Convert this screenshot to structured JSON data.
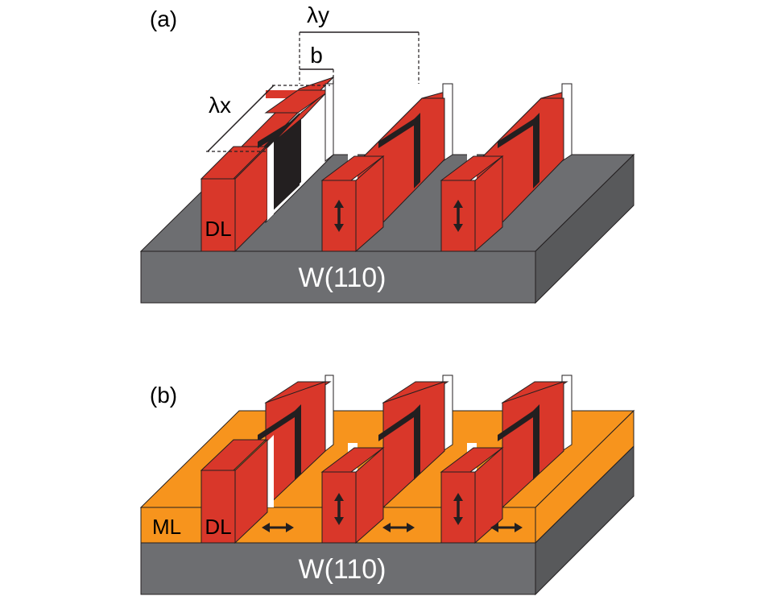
{
  "panels": [
    {
      "id": "a",
      "tag": "(a)",
      "substrate_label": "W(110)",
      "stripe_label": "DL",
      "dimensions": {
        "period_x": "λx",
        "period_y": "λy",
        "width": "b"
      },
      "arrows": [
        "vertical",
        "vertical"
      ]
    },
    {
      "id": "b",
      "tag": "(b)",
      "substrate_label": "W(110)",
      "monolayer_label": "ML",
      "stripe_label": "DL",
      "arrows": [
        "vertical",
        "vertical",
        "horizontal",
        "horizontal",
        "horizontal"
      ]
    }
  ],
  "colors": {
    "substrate_front": "#6d6e71",
    "substrate_top": "#6d6e71",
    "substrate_side": "#58595b",
    "stripe_red": "#d9372a",
    "stripe_dark": "#231f20",
    "monolayer_orange": "#f7941d",
    "domain_wall_white": "#ffffff",
    "outline": "#231f20"
  },
  "icons": [
    "vertical-double-arrow-icon",
    "horizontal-double-arrow-icon"
  ]
}
